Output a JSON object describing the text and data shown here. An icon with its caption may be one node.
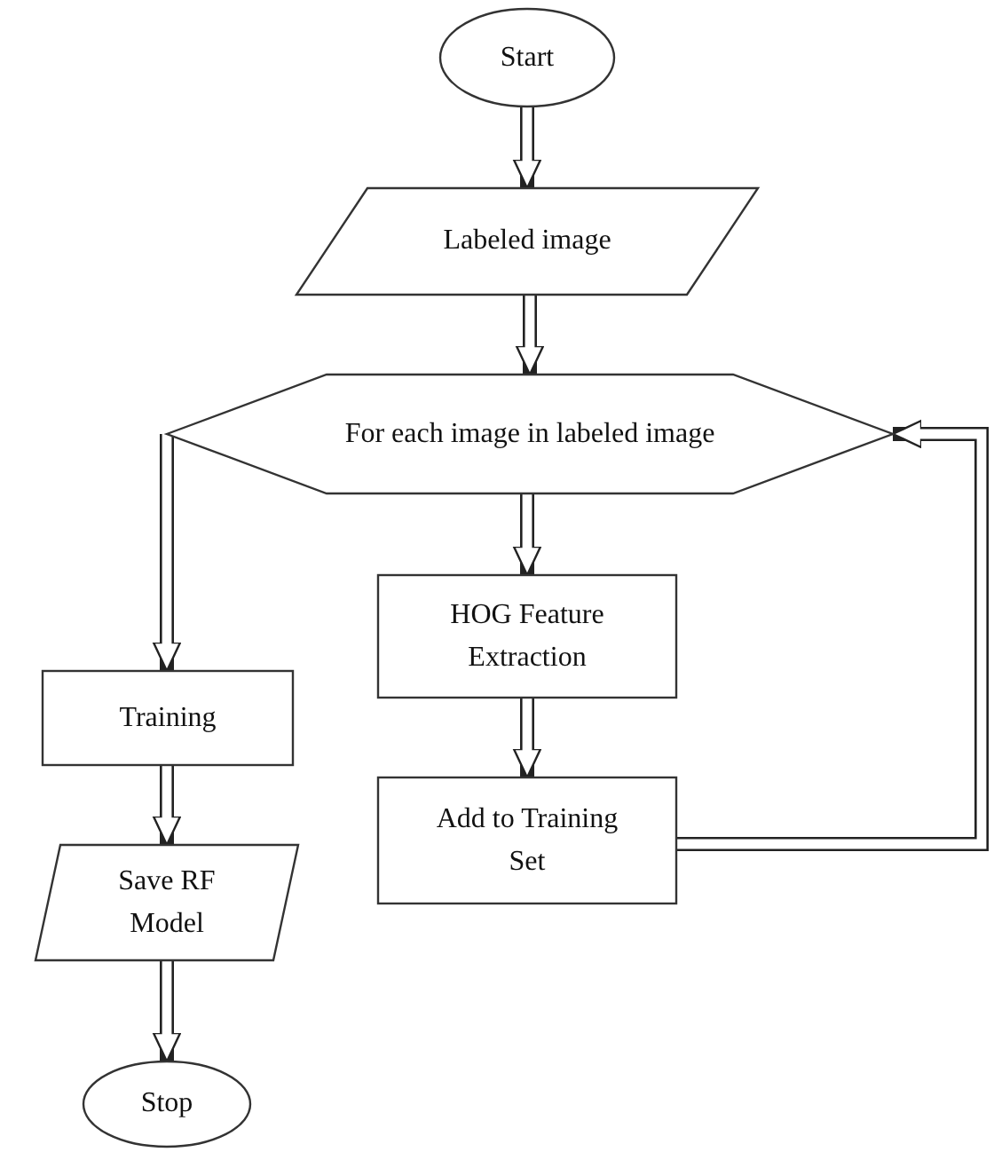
{
  "diagram": {
    "nodes": [
      {
        "text": [
          "Start"
        ]
      },
      {
        "text": [
          "Labeled image"
        ]
      },
      {
        "text": [
          "For each image in labeled image"
        ]
      },
      {
        "text": [
          "HOG Feature Extraction"
        ]
      },
      {
        "text": [
          "Add to Training Set"
        ]
      },
      {
        "text": [
          "Training"
        ]
      },
      {
        "text": [
          "Save RF Model"
        ]
      },
      {
        "text": [
          "Stop"
        ]
      }
    ],
    "edges": [
      {
        "from": 0,
        "to": 1,
        "arrow": "to"
      },
      {
        "from": 1,
        "to": 2,
        "arrow": "to"
      },
      {
        "from": 2,
        "to": 3,
        "arrow": "to"
      },
      {
        "from": 3,
        "to": 4,
        "arrow": "to"
      },
      {
        "from": 4,
        "to": 2,
        "arrow": "to"
      },
      {
        "from": 2,
        "to": 5,
        "arrow": "to"
      },
      {
        "from": 5,
        "to": 6,
        "arrow": "to"
      },
      {
        "from": 6,
        "to": 7,
        "arrow": "to"
      }
    ]
  }
}
